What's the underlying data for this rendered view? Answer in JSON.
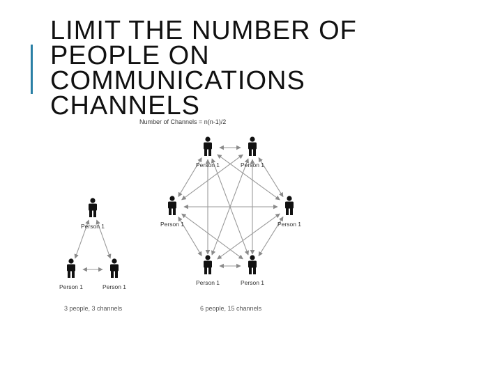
{
  "slide": {
    "title_lines": [
      "LIMIT THE NUMBER OF",
      "PEOPLE ON",
      "COMMUNICATIONS",
      "CHANNELS"
    ],
    "accent_color": "#2a7fa5"
  },
  "figure": {
    "formula": "Number of Channels = n(n-1)/2",
    "person_label": "Person 1",
    "person_icon": "person-icon",
    "small_caption": "3 people, 3 channels",
    "large_caption": "6 people, 15 channels",
    "line_color": "#9a9a9a",
    "icon_color": "#111111"
  }
}
